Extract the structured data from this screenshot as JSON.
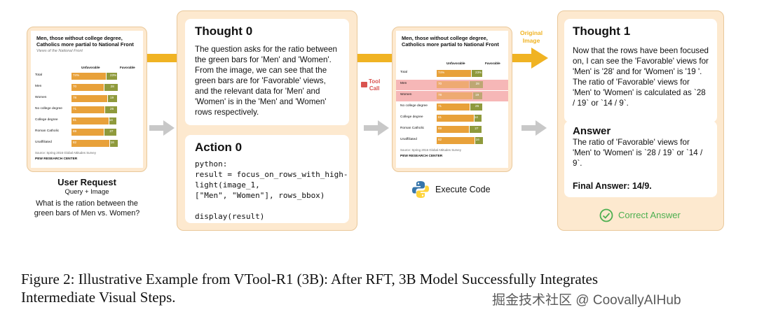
{
  "user_request": {
    "title": "User Request",
    "subtitle": "Query + Image",
    "question": "What is the ration between the green bars of Men vs. Women?"
  },
  "chart_image": {
    "title_line1": "Men, those without college degree,",
    "title_line2": "Catholics more partial to National Front",
    "subtitle": "Views of the National Front",
    "col_unfavorable": "Unfavorable",
    "col_favorable": "Favorable",
    "rows": [
      {
        "label": "Total",
        "unfav": "74%",
        "fav": "23%",
        "u": 74,
        "f": 23
      },
      {
        "label": "Men",
        "unfav": "70",
        "fav": "28",
        "u": 70,
        "f": 28
      },
      {
        "label": "Women",
        "unfav": "78",
        "fav": "19",
        "u": 78,
        "f": 19
      },
      {
        "label": "No college degree",
        "unfav": "71",
        "fav": "26",
        "u": 71,
        "f": 26
      },
      {
        "label": "College degree",
        "unfav": "81",
        "fav": "14",
        "u": 81,
        "f": 14
      },
      {
        "label": "Roman Catholic",
        "unfav": "69",
        "fav": "27",
        "u": 69,
        "f": 27
      },
      {
        "label": "Unaffiliated",
        "unfav": "82",
        "fav": "16",
        "u": 82,
        "f": 16
      }
    ],
    "source": "Source: Spring 2016 Global Attitudes Survey",
    "brand": "PEW RESEARCH CENTER"
  },
  "thought0": {
    "title": "Thought 0",
    "text": "The question asks for the ratio between the green bars for 'Men' and 'Women'. From the image, we can see that the green bars are for 'Favorable' views, and the relevant data for 'Men' and 'Women' is in the 'Men' and 'Women' rows respectively."
  },
  "action0": {
    "title": "Action 0",
    "code": "python:\nresult = focus_on_rows_with_high-\nlight(image_1,\n[\"Men\", \"Women\"], rows_bbox)\n\ndisplay(result)"
  },
  "tool_call": {
    "label_line1": "Tool",
    "label_line2": "Call"
  },
  "original_image": {
    "line1": "Original",
    "line2": "Image"
  },
  "execute_code": {
    "label": "Execute Code"
  },
  "thought1": {
    "title": "Thought 1",
    "text": "Now that the rows have been focused on, I can see the 'Favorable' views for 'Men' is '28' and for 'Women' is '19 '. The ratio of 'Favorable' views for 'Men' to 'Women' is calculated as `28 / 19` or `14 / 9`."
  },
  "answer": {
    "title": "Answer",
    "text": "The ratio of 'Favorable' views for 'Men' to 'Women' is `28 / 19` or `14 / 9`.",
    "final": "Final Answer: 14/9.",
    "status": "Correct Answer"
  },
  "caption": {
    "line1": "Figure 2: Illustrative Example from VTool-R1 (3B): After RFT, 3B Model Successfully Integrates",
    "line2": "Intermediate Visual Steps."
  },
  "watermark": "掘金技术社区 @ CoovallyAIHub",
  "colors": {
    "panel_bg": "#fde9cf",
    "panel_border": "#e9c89a",
    "unfavorable_bar": "#e8a13a",
    "favorable_bar": "#8f9a3c",
    "highlight": "#f6b7b7",
    "arrow_yellow": "#f0b323",
    "correct_green": "#4caf50"
  }
}
